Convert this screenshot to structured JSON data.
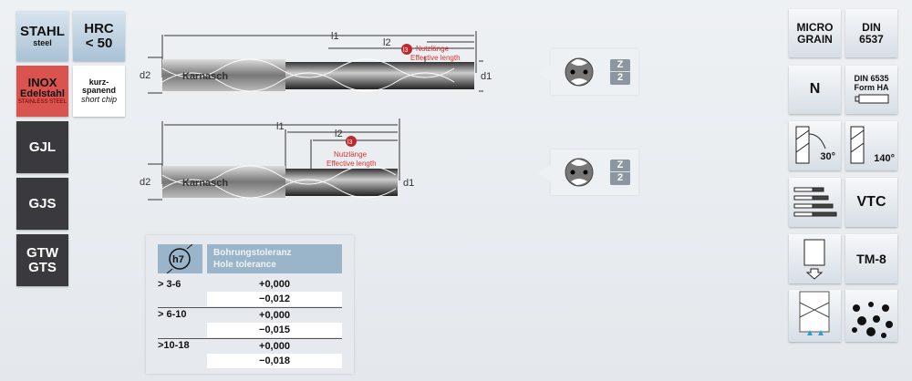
{
  "material_tiles": [
    {
      "line1": "STAHL",
      "line2": "steel"
    },
    {
      "line1": "HRC",
      "line2": "< 50"
    },
    {
      "line1": "INOX",
      "line2": "Edelstahl",
      "line3": "STAINLESS STEEL"
    },
    {
      "line1": "kurz-",
      "line2": "spanend",
      "line3": "short chip"
    },
    {
      "line1": "GJL"
    },
    {
      "line1": "GJS"
    },
    {
      "line1": "GTW",
      "line2": "GTS"
    }
  ],
  "feature_tiles": [
    {
      "line1": "MICRO",
      "line2": "GRAIN"
    },
    {
      "line1": "DIN",
      "line2": "6537"
    },
    {
      "line1": "N"
    },
    {
      "line1": "DIN 6535",
      "line2": "Form HA"
    },
    {
      "label": "30°",
      "icon": "helix-angle-icon"
    },
    {
      "label": "140°",
      "icon": "point-angle-icon"
    },
    {
      "icon": "length-variants-icon"
    },
    {
      "line1": "VTC"
    },
    {
      "icon": "shank-down-arrow-icon"
    },
    {
      "line1": "TM-8"
    },
    {
      "icon": "internal-coolant-icon"
    },
    {
      "icon": "coolant-drops-icon"
    }
  ],
  "drawings": [
    {
      "l1": "l1",
      "l2": "l2",
      "l3": "l3",
      "d1": "d1",
      "d2": "d2",
      "note_de": "Nutzlänge",
      "note_en": "Effective length",
      "brand": "Karnasch"
    },
    {
      "l1": "l1",
      "l2": "l2",
      "l3": "l3",
      "d1": "d1",
      "d2": "d2",
      "note_de": "Nutzlänge",
      "note_en": "Effective length",
      "brand": "Karnasch"
    }
  ],
  "flutes": [
    {
      "z": "Z",
      "n": "2"
    },
    {
      "z": "Z",
      "n": "2"
    }
  ],
  "tolerance": {
    "symbol": "h7",
    "header_de": "Bohrungstoleranz",
    "header_en": "Hole tolerance",
    "rows": [
      {
        "range": "> 3-6",
        "upper": "+0,000",
        "lower": "−0,012"
      },
      {
        "range": "> 6-10",
        "upper": "+0,000",
        "lower": "−0,015"
      },
      {
        "range": ">10-18",
        "upper": "+0,000",
        "lower": "−0,018"
      }
    ]
  },
  "colors": {
    "accent_red": "#d9534f",
    "header_blue": "#9ab5c9",
    "dark_tile": "#3a3a3e"
  }
}
